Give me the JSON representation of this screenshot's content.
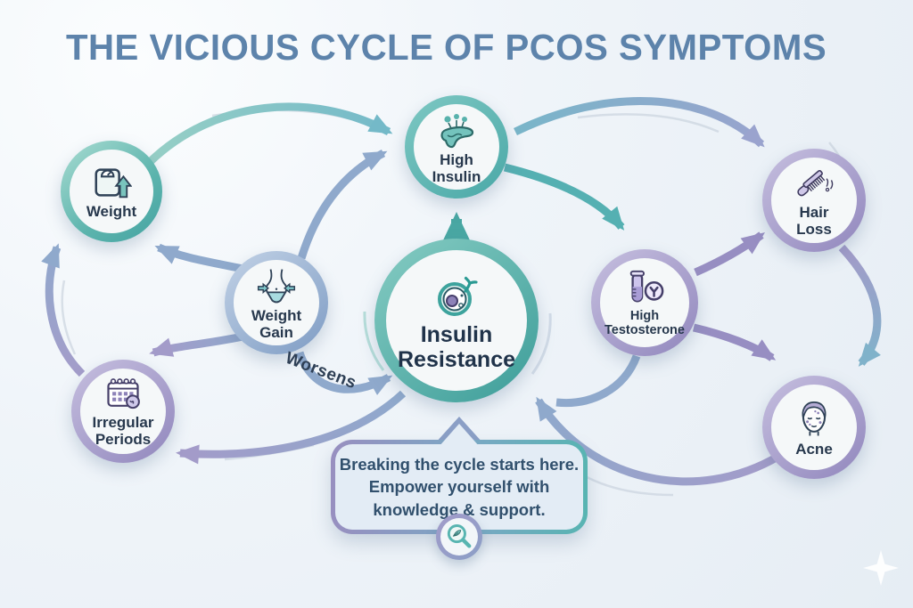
{
  "title": "THE VICIOUS CYCLE OF PCOS SYMPTOMS",
  "nodes": {
    "weight": {
      "label": "Weight",
      "icon": "weight-scale-up"
    },
    "high_insulin": {
      "label": "High Insulin",
      "icon": "pancreas"
    },
    "weight_gain": {
      "label": "Weight Gain",
      "icon": "waist-inward-arrows"
    },
    "irregular_periods": {
      "label": "Irregular Periods",
      "icon": "calendar"
    },
    "insulin_resistance": {
      "label": "Insulin Resistance",
      "icon": "cell-receptor"
    },
    "high_testosterone": {
      "label": "High Testosterone",
      "icon": "test-tube-male-symbol"
    },
    "hair_loss": {
      "label": "Hair Loss",
      "icon": "comb-falling-hair"
    },
    "acne": {
      "label": "Acne",
      "icon": "face-with-spots"
    }
  },
  "edges": [
    {
      "from": "weight",
      "to": "high_insulin"
    },
    {
      "from": "weight_gain",
      "to": "high_insulin"
    },
    {
      "from": "weight_gain",
      "to": "weight"
    },
    {
      "from": "weight_gain",
      "to": "irregular_periods"
    },
    {
      "from": "irregular_periods",
      "to": "weight"
    },
    {
      "from": "weight_gain",
      "to": "insulin_resistance",
      "label": "Worsens"
    },
    {
      "from": "insulin_resistance",
      "to": "high_insulin"
    },
    {
      "from": "high_insulin",
      "to": "high_testosterone"
    },
    {
      "from": "high_insulin",
      "to": "hair_loss"
    },
    {
      "from": "high_testosterone",
      "to": "hair_loss"
    },
    {
      "from": "high_testosterone",
      "to": "acne"
    },
    {
      "from": "hair_loss",
      "to": "acne"
    },
    {
      "from": "acne",
      "to": "insulin_resistance"
    },
    {
      "from": "high_testosterone",
      "to": "insulin_resistance"
    },
    {
      "from": "insulin_resistance",
      "to": "irregular_periods"
    }
  ],
  "callout": {
    "lines": [
      "Breaking the cycle starts here.",
      "Empower yourself with",
      "knowledge & support."
    ],
    "icon": "magnifier"
  },
  "colors": {
    "title": "#5d83ab",
    "teal_accent": "#55b0b2",
    "purple_accent": "#978ec2",
    "steel_blue_accent": "#8fa9cc",
    "node_text": "#27384d",
    "callout_bg": "#e3ecf5",
    "background": "#edf2f8"
  }
}
